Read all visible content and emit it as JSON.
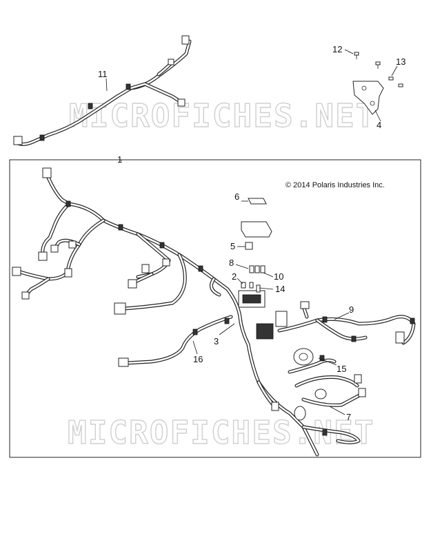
{
  "copyright": "© 2014 Polaris Industries Inc.",
  "watermark": "MICROFICHES.NET",
  "callouts": [
    {
      "id": "c1",
      "label": "1"
    },
    {
      "id": "c2",
      "label": "2"
    },
    {
      "id": "c3",
      "label": "3"
    },
    {
      "id": "c4",
      "label": "4"
    },
    {
      "id": "c5",
      "label": "5"
    },
    {
      "id": "c6",
      "label": "6"
    },
    {
      "id": "c7",
      "label": "7"
    },
    {
      "id": "c8",
      "label": "8"
    },
    {
      "id": "c9",
      "label": "9"
    },
    {
      "id": "c10",
      "label": "10"
    },
    {
      "id": "c11",
      "label": "11"
    },
    {
      "id": "c12",
      "label": "12"
    },
    {
      "id": "c13",
      "label": "13"
    },
    {
      "id": "c14",
      "label": "14"
    },
    {
      "id": "c15",
      "label": "15"
    },
    {
      "id": "c16",
      "label": "16"
    }
  ],
  "colors": {
    "line": "#222222",
    "watermark": "#cfcfcf",
    "background": "#ffffff"
  }
}
